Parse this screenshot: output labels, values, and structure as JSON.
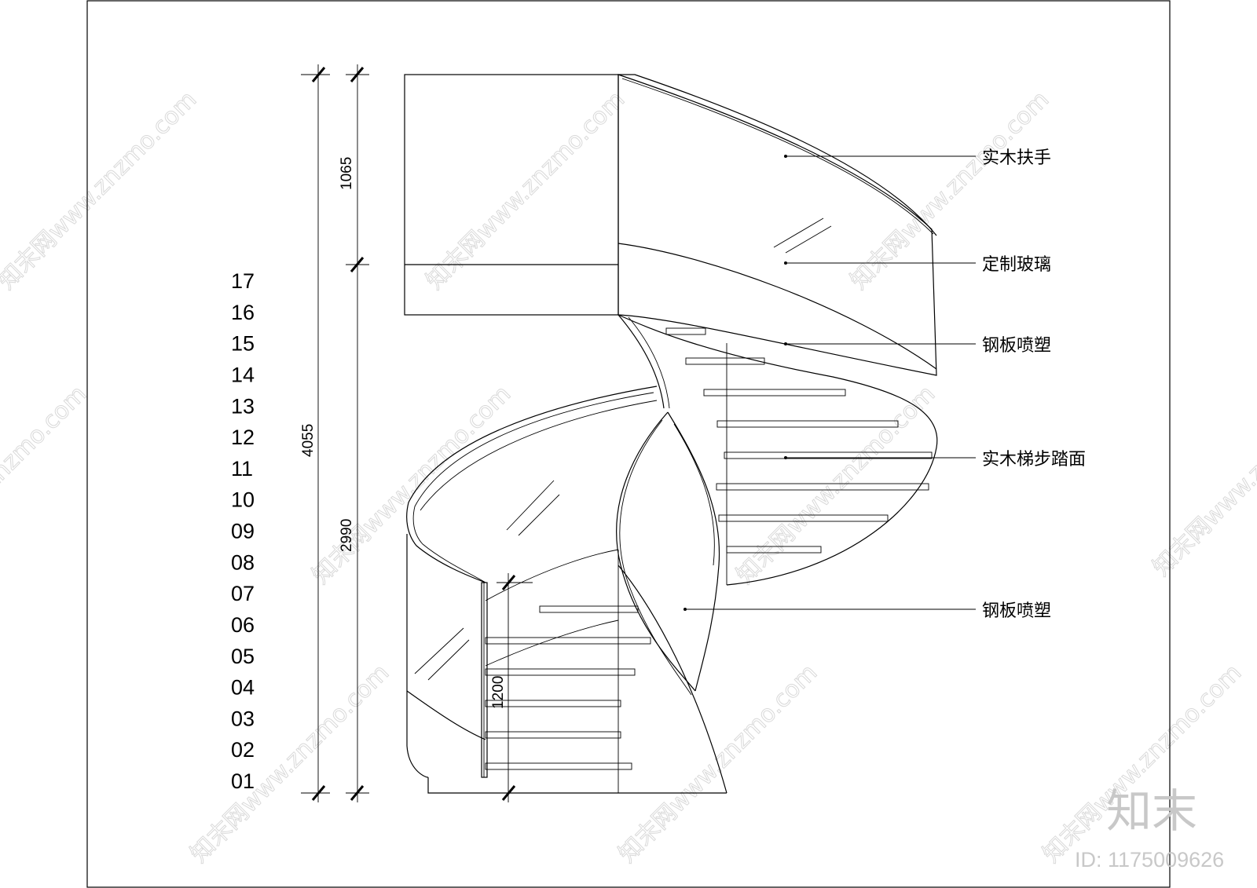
{
  "callouts": [
    {
      "text": "实木扶手"
    },
    {
      "text": "定制玻璃"
    },
    {
      "text": "钢板喷塑"
    },
    {
      "text": "实木梯步踏面"
    },
    {
      "text": "钢板喷塑"
    }
  ],
  "dimensions": {
    "total": "4055",
    "upper": "1065",
    "lower": "2990",
    "rail": "1200"
  },
  "step_numbers": [
    "17",
    "16",
    "15",
    "14",
    "13",
    "12",
    "11",
    "10",
    "09",
    "08",
    "07",
    "06",
    "05",
    "04",
    "03",
    "02",
    "01"
  ],
  "watermark": {
    "site": "知末网www.znzmo.com",
    "brand": "知末",
    "id": "ID: 1175009626"
  }
}
